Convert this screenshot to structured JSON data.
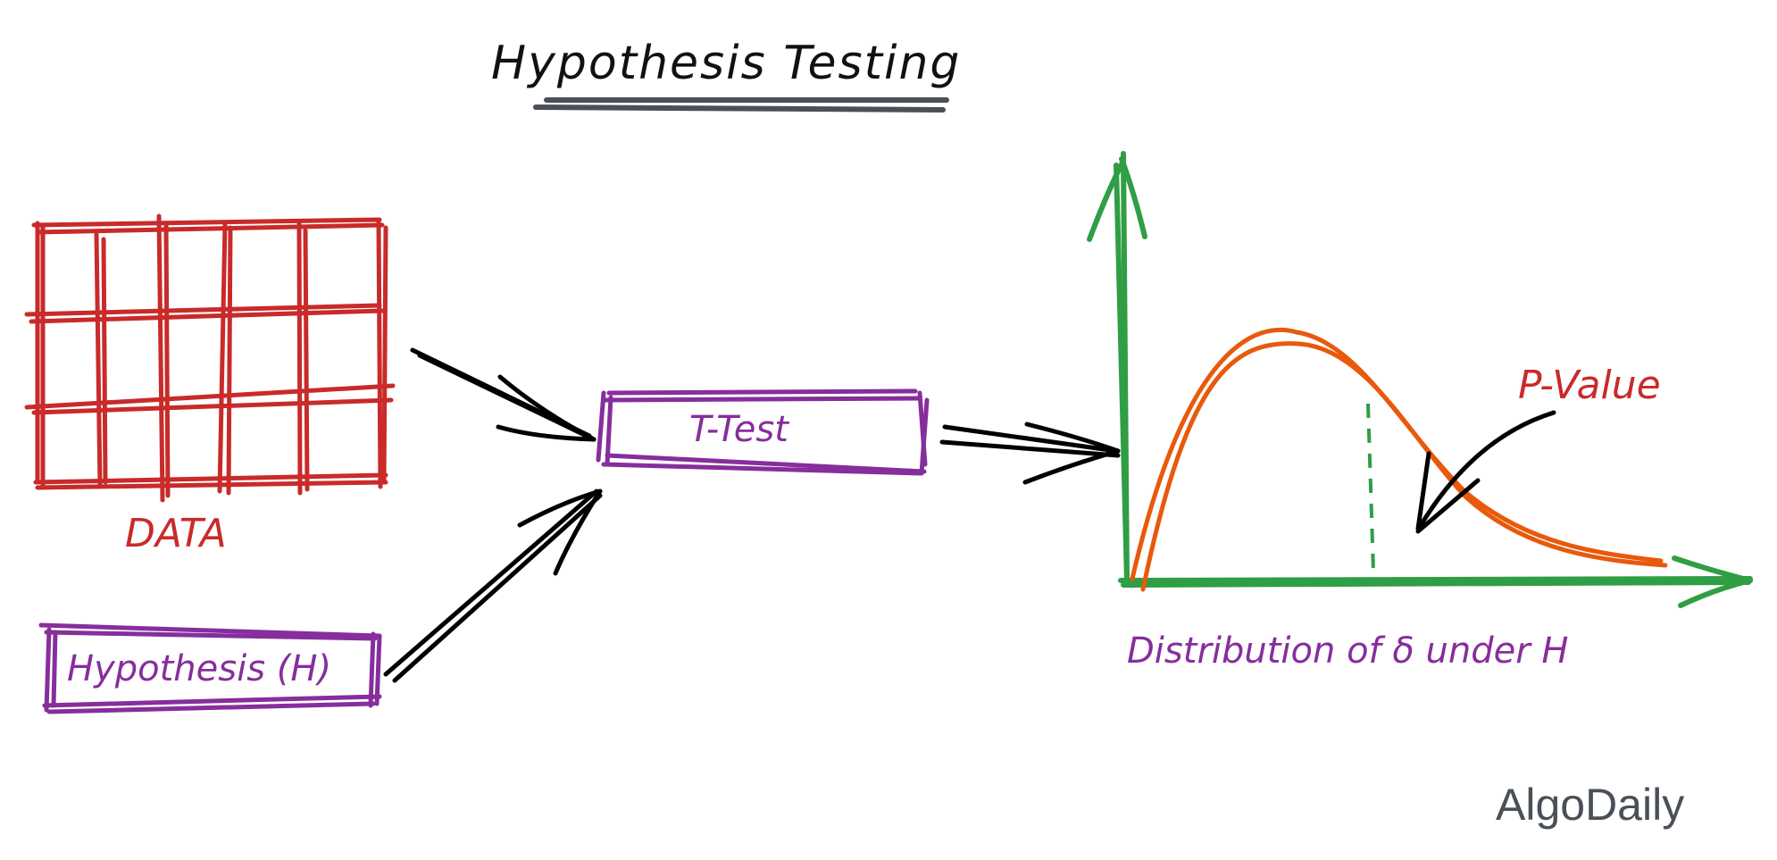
{
  "title": "Hypothesis Testing",
  "nodes": {
    "data": {
      "label": "DATA",
      "color": "#c92a2a"
    },
    "hypothesis": {
      "label": "Hypothesis (H)",
      "color": "#862e9c"
    },
    "ttest": {
      "label": "T-Test",
      "color": "#862e9c"
    },
    "distribution": {
      "label": "Distribution of δ under H",
      "color": "#862e9c"
    },
    "pvalue": {
      "label": "P-Value",
      "color": "#c92a2a"
    }
  },
  "colors": {
    "axes": "#2f9e44",
    "curve": "#e8590c",
    "arrows": "#000000",
    "title_underline": "#495057"
  },
  "edges": [
    {
      "from": "data",
      "to": "ttest"
    },
    {
      "from": "hypothesis",
      "to": "ttest"
    },
    {
      "from": "ttest",
      "to": "distribution"
    }
  ],
  "brand": "AlgoDaily"
}
